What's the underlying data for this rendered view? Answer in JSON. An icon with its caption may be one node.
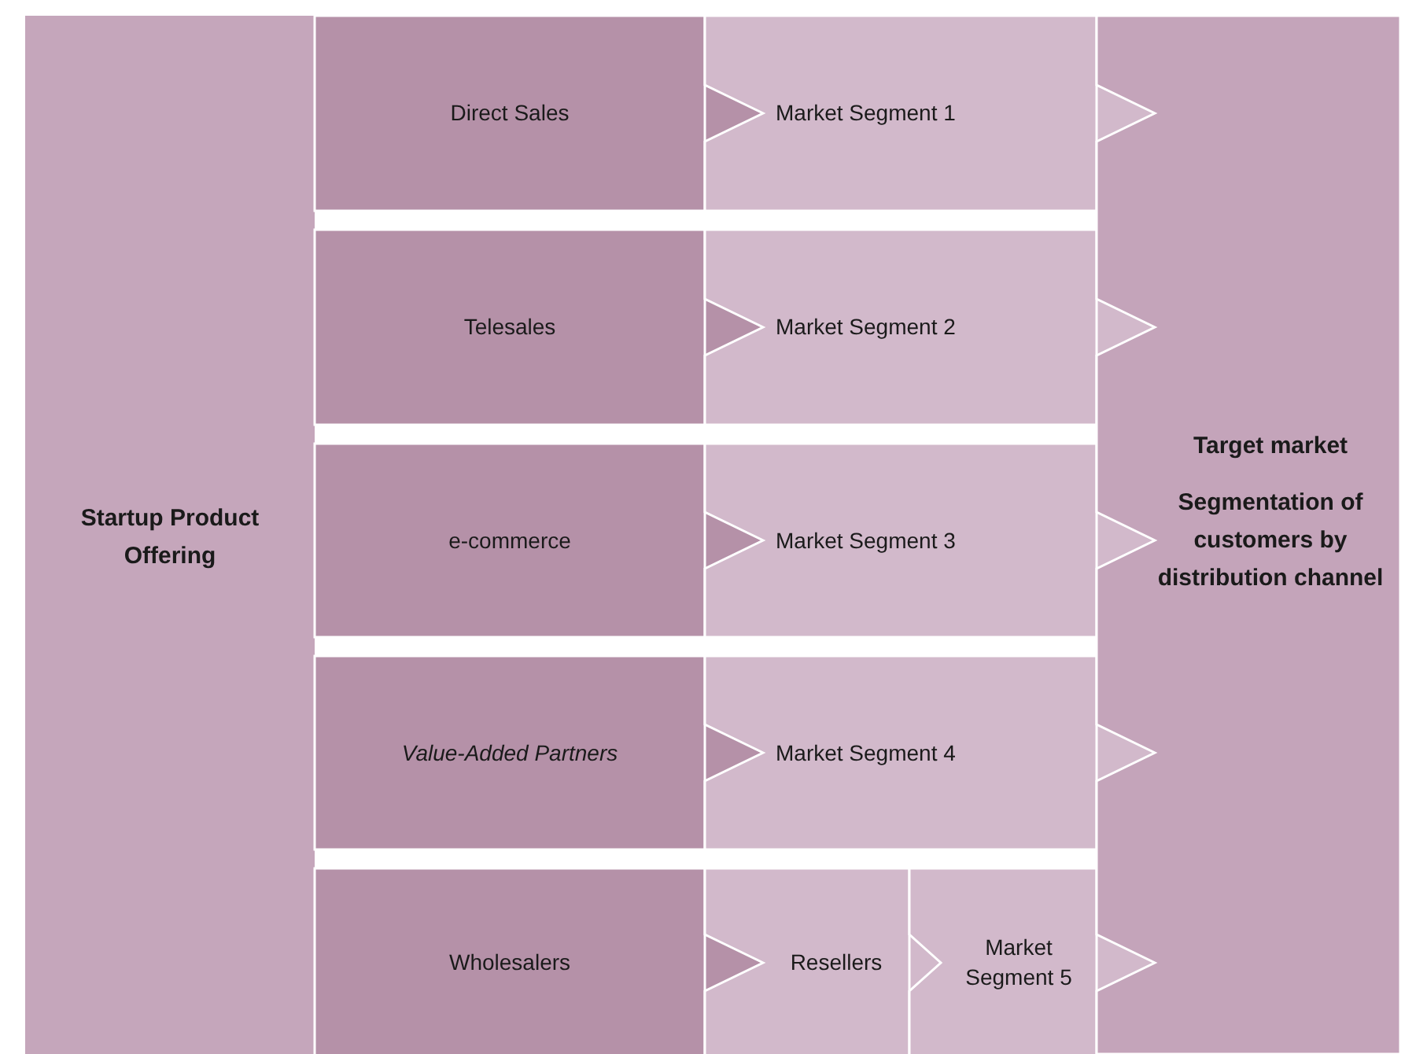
{
  "diagram": {
    "nodes": [
      {
        "text": [
          "Startup Product Offering"
        ]
      },
      {
        "text": [
          "Direct Sales"
        ]
      },
      {
        "text": [
          "Market Segment 1"
        ]
      },
      {
        "text": [
          "Telesales"
        ]
      },
      {
        "text": [
          "Market Segment 2"
        ]
      },
      {
        "text": [
          "e-commerce"
        ]
      },
      {
        "text": [
          "Market Segment 3"
        ]
      },
      {
        "text": [
          "Value-Added Partners"
        ]
      },
      {
        "text": [
          "Market Segment 4"
        ]
      },
      {
        "text": [
          "Wholesalers"
        ]
      },
      {
        "text": [
          "Resellers"
        ]
      },
      {
        "text": [
          "Market Segment 5"
        ]
      },
      {
        "text": [
          "Target market",
          "Segmentation of customers by distribution channel"
        ]
      }
    ],
    "edges": [
      {
        "from": 1,
        "to": 2,
        "arrow": "to"
      },
      {
        "from": 2,
        "to": 12,
        "arrow": "to"
      },
      {
        "from": 3,
        "to": 4,
        "arrow": "to"
      },
      {
        "from": 4,
        "to": 12,
        "arrow": "to"
      },
      {
        "from": 5,
        "to": 6,
        "arrow": "to"
      },
      {
        "from": 6,
        "to": 12,
        "arrow": "to"
      },
      {
        "from": 7,
        "to": 8,
        "arrow": "to"
      },
      {
        "from": 8,
        "to": 12,
        "arrow": "to"
      },
      {
        "from": 9,
        "to": 10,
        "arrow": "to"
      },
      {
        "from": 10,
        "to": 11,
        "arrow": "to"
      },
      {
        "from": 11,
        "to": 12,
        "arrow": "to"
      }
    ]
  }
}
